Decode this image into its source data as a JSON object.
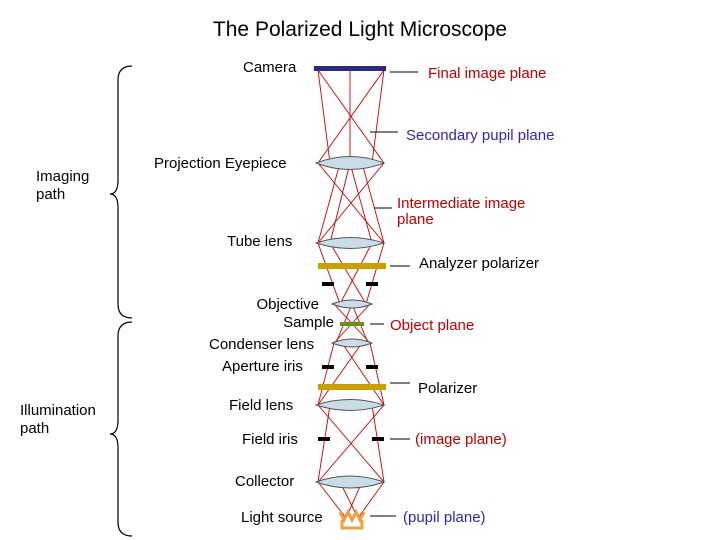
{
  "title": "The Polarized Light Microscope",
  "groups": {
    "imaging": "Imaging\npath",
    "illumination": "Illumination\npath"
  },
  "left_labels": {
    "camera": "Camera",
    "projection_eyepiece": "Projection Eyepiece",
    "tube_lens": "Tube lens",
    "objective": "Objective",
    "sample": "Sample",
    "condenser_lens": "Condenser lens",
    "aperture_iris": "Aperture iris",
    "field_lens": "Field lens",
    "field_iris": "Field iris",
    "collector": "Collector",
    "light_source": "Light source"
  },
  "right_labels": {
    "final_image_plane": "Final image plane",
    "secondary_pupil_plane": "Secondary pupil plane",
    "intermediate_image_plane": "Intermediate image\nplane",
    "analyzer_polarizer": "Analyzer polarizer",
    "object_plane": "Object plane",
    "polarizer": "Polarizer",
    "image_plane": "(image plane)",
    "pupil_plane": "(pupil plane)"
  },
  "colors": {
    "ray": "#cc0000",
    "lens_fill": "#c8dde6",
    "lens_stroke": "#555555",
    "camera": "#2a2a80",
    "polarizer": "#c8a000",
    "sample": "#6b8e23",
    "iris": "#000000",
    "lamp": "#f0a040"
  }
}
